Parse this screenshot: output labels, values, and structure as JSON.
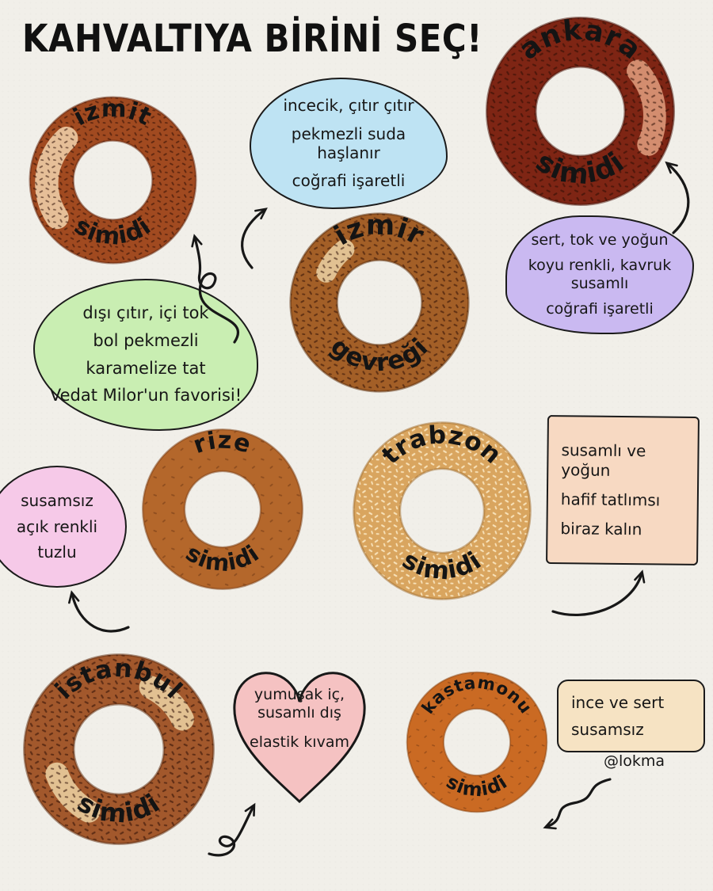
{
  "title": "KAHVALTIYA BİRİNİ SEÇ!",
  "credit": "@lokma",
  "simits": {
    "izmit": {
      "name": "izmit",
      "type": "simidi",
      "color": "#a14a20",
      "edge": "#62230b",
      "highlight": "#f2d4ae"
    },
    "ankara": {
      "name": "ankara",
      "type": "simidi",
      "color": "#7e2514",
      "edge": "#471108",
      "highlight": "#e2a07f"
    },
    "izmir": {
      "name": "izmir",
      "type": "gevreği",
      "color": "#a35f27",
      "edge": "#5c2d0c",
      "highlight": "#ecd2a6"
    },
    "rize": {
      "name": "rize",
      "type": "simidi",
      "color": "#b4672b",
      "edge": "#7c3e13"
    },
    "trabzon": {
      "name": "trabzon",
      "type": "simidi",
      "color": "#d9a55f",
      "edge": "#a06c2c"
    },
    "istanbul": {
      "name": "istanbul",
      "type": "simidi",
      "color": "#a2582c",
      "edge": "#5d2c0f",
      "highlight": "#edd3a4"
    },
    "kastamonu": {
      "name": "kastamonu",
      "type": "simidi",
      "color": "#ca6a23",
      "edge": "#8a4311"
    }
  },
  "notes": {
    "izmir": {
      "color": "#bee3f3",
      "lines": [
        "incecik, çıtır çıtır",
        "pekmezli suda haşlanır",
        "coğrafi işaretli"
      ]
    },
    "ankara": {
      "color": "#cab9f1",
      "lines": [
        "sert, tok ve yoğun",
        "koyu renkli, kavruk susamlı",
        "coğrafi işaretli"
      ]
    },
    "izmit": {
      "color": "#c9eeb2",
      "lines": [
        "dışı çıtır, içi tok",
        "bol pekmezli",
        "karamelize tat",
        "Vedat Milor'un favorisi!"
      ]
    },
    "rize": {
      "color": "#f6c9e8",
      "lines": [
        "susamsız",
        "açık renkli",
        "tuzlu"
      ]
    },
    "trabzon": {
      "color": "#f7d9c2",
      "lines": [
        "susamlı ve yoğun",
        "hafif tatlımsı",
        "biraz kalın"
      ]
    },
    "istanbul": {
      "color": "#f5c2c2",
      "lines": [
        "yumuşak iç, susamlı dış",
        "elastik kıvam"
      ]
    },
    "kastamonu": {
      "color": "#f6e3c3",
      "lines": [
        "ince ve sert",
        "susamsız"
      ]
    }
  }
}
